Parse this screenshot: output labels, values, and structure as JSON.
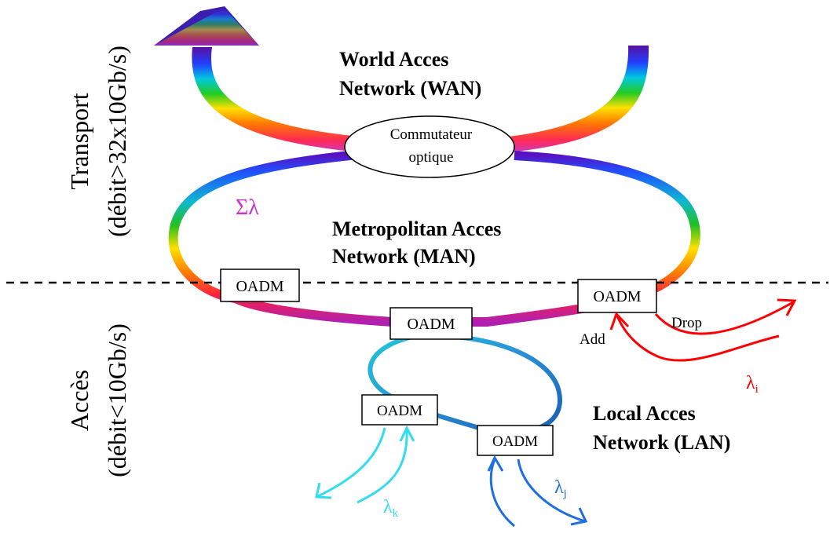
{
  "labels": {
    "wan_line1": "World Acces",
    "wan_line2": "Network (WAN)",
    "man_line1": "Metropolitan Acces",
    "man_line2": "Network (MAN)",
    "lan_line1": "Local Acces",
    "lan_line2": "Network (LAN)",
    "switch_line1": "Commutateur",
    "switch_line2": "optique",
    "sigma_lambda": "Σλ",
    "transport_line1": "Transport",
    "transport_line2": "(débit>32x10Gb/s)",
    "access_line1": "Accès",
    "access_line2": "(débit<10Gb/s)",
    "add": "Add",
    "drop": "Drop",
    "lambda": "λ",
    "sub_i": "i",
    "sub_j": "j",
    "sub_k": "k"
  },
  "oadm_label": "OADM",
  "colors": {
    "red": "#ff0000",
    "cyan": "#33ddee",
    "blue": "#1f6fe0",
    "magenta": "#cc33cc",
    "teal": "#2bb0c0"
  }
}
